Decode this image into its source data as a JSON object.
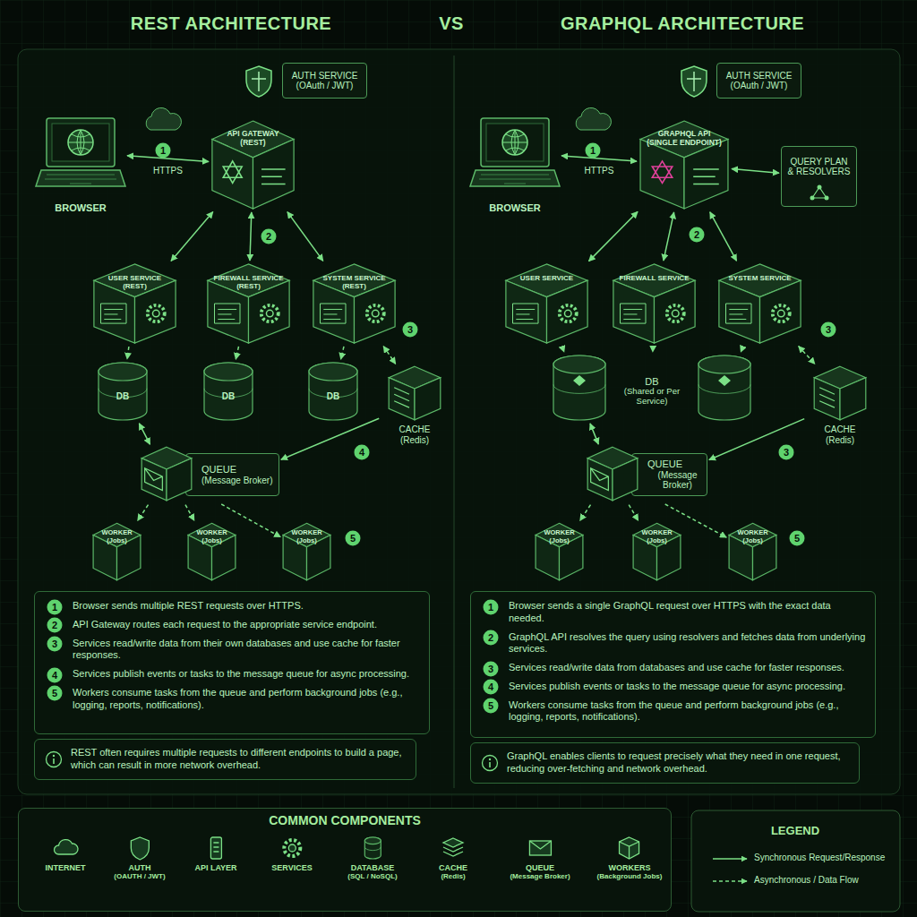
{
  "diagram": {
    "nodes": [
      {
        "text": [
          "BROWSER"
        ]
      },
      {
        "text": [
          "AUTH SERVICE",
          "(OAuth / JWT)"
        ]
      },
      {
        "text": [
          "API GATEWAY",
          "(REST)"
        ]
      },
      {
        "text": [
          "USER SERVICE",
          "(REST)"
        ]
      },
      {
        "text": [
          "FIREWALL SERVICE",
          "(REST)"
        ]
      },
      {
        "text": [
          "SYSTEM SERVICE",
          "(REST)"
        ]
      },
      {
        "text": [
          "DB"
        ]
      },
      {
        "text": [
          "DB"
        ]
      },
      {
        "text": [
          "DB"
        ]
      },
      {
        "text": [
          "CACHE",
          "(Redis)"
        ]
      },
      {
        "text": [
          "QUEUE",
          "(Message Broker)"
        ]
      },
      {
        "text": [
          "WORKER",
          "(Jobs)"
        ]
      },
      {
        "text": [
          "WORKER",
          "(Jobs)"
        ]
      },
      {
        "text": [
          "WORKER",
          "(Jobs)"
        ]
      },
      {
        "text": [
          "Browser sends multiple REST requests over HTTPS.",
          "API Gateway routes each request to the appropriate service endpoint.",
          "Services read/write data from their own databases and use cache for faster responses.",
          "Services publish events or tasks to the message queue for async processing.",
          "Workers consume tasks from the queue and perform background jobs (e.g., logging, reports, notifications)."
        ]
      },
      {
        "text": [
          "REST often requires multiple requests to different endpoints to build a page, which can result in more network overhead."
        ]
      },
      {
        "text": [
          "BROWSER"
        ]
      },
      {
        "text": [
          "AUTH SERVICE",
          "(OAuth / JWT)"
        ]
      },
      {
        "text": [
          "GRAPHQL API",
          "(SINGLE ENDPOINT)"
        ]
      },
      {
        "text": [
          "QUERY PLAN & RESOLVERS"
        ]
      },
      {
        "text": [
          "USER SERVICE"
        ]
      },
      {
        "text": [
          "FIREWALL SERVICE"
        ]
      },
      {
        "text": [
          "SYSTEM SERVICE"
        ]
      },
      {
        "text": [
          "DB",
          "(Shared or Per Service)"
        ]
      },
      {
        "text": [
          "CACHE",
          "(Redis)"
        ]
      },
      {
        "text": [
          "QUEUE",
          "(Message Broker)"
        ]
      },
      {
        "text": [
          "WORKER",
          "(Jobs)"
        ]
      },
      {
        "text": [
          "WORKER",
          "(Jobs)"
        ]
      },
      {
        "text": [
          "WORKER",
          "(Jobs)"
        ]
      },
      {
        "text": [
          "Browser sends a single GraphQL request over HTTPS with the exact data needed.",
          "GraphQL API resolves the query using resolvers and fetches data from underlying services.",
          "Services read/write data from databases and use cache for faster responses.",
          "Services publish events or tasks to the message queue for async processing.",
          "Workers consume tasks from the queue and perform background jobs (e.g., logging, reports, notifications)."
        ]
      },
      {
        "text": [
          "GraphQL enables clients to request precisely what they need in one request, reducing over-fetching and network overhead."
        ]
      },
      {
        "text": [
          "COMMON COMPONENTS"
        ]
      },
      {
        "text": [
          "INTERNET"
        ],
        "in": 31
      },
      {
        "text": [
          "AUTH",
          "(OAUTH / JWT)"
        ],
        "in": 31
      },
      {
        "text": [
          "API LAYER"
        ],
        "in": 31
      },
      {
        "text": [
          "SERVICES"
        ],
        "in": 31
      },
      {
        "text": [
          "DATABASE",
          "(SQL / NoSQL)"
        ],
        "in": 31
      },
      {
        "text": [
          "CACHE",
          "(Redis)"
        ],
        "in": 31
      },
      {
        "text": [
          "QUEUE",
          "(Message Broker)"
        ],
        "in": 31
      },
      {
        "text": [
          "WORKERS",
          "(Background Jobs)"
        ],
        "in": 31
      }
    ],
    "edges": [
      {
        "from": 0,
        "to": 2,
        "arrow": "both",
        "label": "HTTPS"
      },
      {
        "from": 2,
        "to": 3,
        "arrow": "both"
      },
      {
        "from": 2,
        "to": 4,
        "arrow": "both"
      },
      {
        "from": 2,
        "to": 5,
        "arrow": "both"
      },
      {
        "from": 3,
        "to": 6,
        "arrow": "to"
      },
      {
        "from": 4,
        "to": 7,
        "arrow": "to"
      },
      {
        "from": 5,
        "to": 8,
        "arrow": "to"
      },
      {
        "from": 5,
        "to": 9,
        "arrow": "both"
      },
      {
        "from": 6,
        "to": 10,
        "arrow": "both"
      },
      {
        "from": 9,
        "to": 10,
        "arrow": "to"
      },
      {
        "from": 10,
        "to": 11,
        "arrow": "to"
      },
      {
        "from": 10,
        "to": 12,
        "arrow": "to"
      },
      {
        "from": 10,
        "to": 13,
        "arrow": "to"
      },
      {
        "from": 16,
        "to": 18,
        "arrow": "both",
        "label": "HTTPS"
      },
      {
        "from": 18,
        "to": 19,
        "arrow": "both"
      },
      {
        "from": 18,
        "to": 20,
        "arrow": "both"
      },
      {
        "from": 18,
        "to": 21,
        "arrow": "both"
      },
      {
        "from": 18,
        "to": 22,
        "arrow": "both"
      },
      {
        "from": 20,
        "to": 23,
        "arrow": "to"
      },
      {
        "from": 21,
        "to": 23,
        "arrow": "to"
      },
      {
        "from": 22,
        "to": 23,
        "arrow": "to"
      },
      {
        "from": 22,
        "to": 24,
        "arrow": "both"
      },
      {
        "from": 23,
        "to": 25,
        "arrow": "both"
      },
      {
        "from": 24,
        "to": 25,
        "arrow": "to"
      },
      {
        "from": 25,
        "to": 26,
        "arrow": "to"
      },
      {
        "from": 25,
        "to": 27,
        "arrow": "to"
      },
      {
        "from": 25,
        "to": 28,
        "arrow": "to"
      },
      {
        "from": 32,
        "to": 33,
        "arrow": "to"
      },
      {
        "from": 33,
        "to": 34,
        "arrow": "to"
      },
      {
        "from": 34,
        "to": 35,
        "arrow": "to"
      },
      {
        "from": 35,
        "to": 36,
        "arrow": "to"
      },
      {
        "from": 36,
        "to": 37,
        "arrow": "to"
      },
      {
        "from": 37,
        "to": 38,
        "arrow": "to"
      },
      {
        "from": 38,
        "to": 39,
        "arrow": "to"
      }
    ],
    "labels": [
      "REST ARCHITECTURE",
      "VS",
      "GRAPHQL ARCHITECTURE",
      "1",
      "2",
      "3",
      "4",
      "5",
      "1",
      "2",
      "3",
      "4",
      "5",
      "1",
      "2",
      "3",
      "3",
      "5",
      "1",
      "2",
      "3",
      "4",
      "5",
      "LEGEND"
    ],
    "legend": [
      {
        "text": "Synchronous Request/Response"
      },
      {
        "text": "Asynchronous / Data Flow"
      }
    ]
  }
}
